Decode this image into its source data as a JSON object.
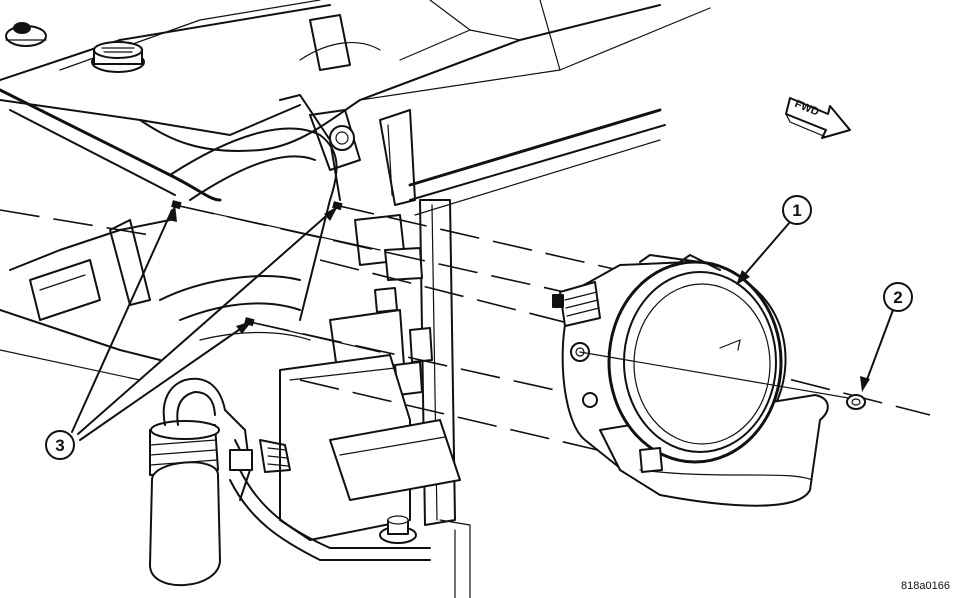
{
  "callouts": [
    {
      "id": "1",
      "label": "1"
    },
    {
      "id": "2",
      "label": "2"
    },
    {
      "id": "3",
      "label": "3"
    }
  ],
  "direction_indicator": {
    "label": "FWD"
  },
  "figure_id": "818a0166"
}
